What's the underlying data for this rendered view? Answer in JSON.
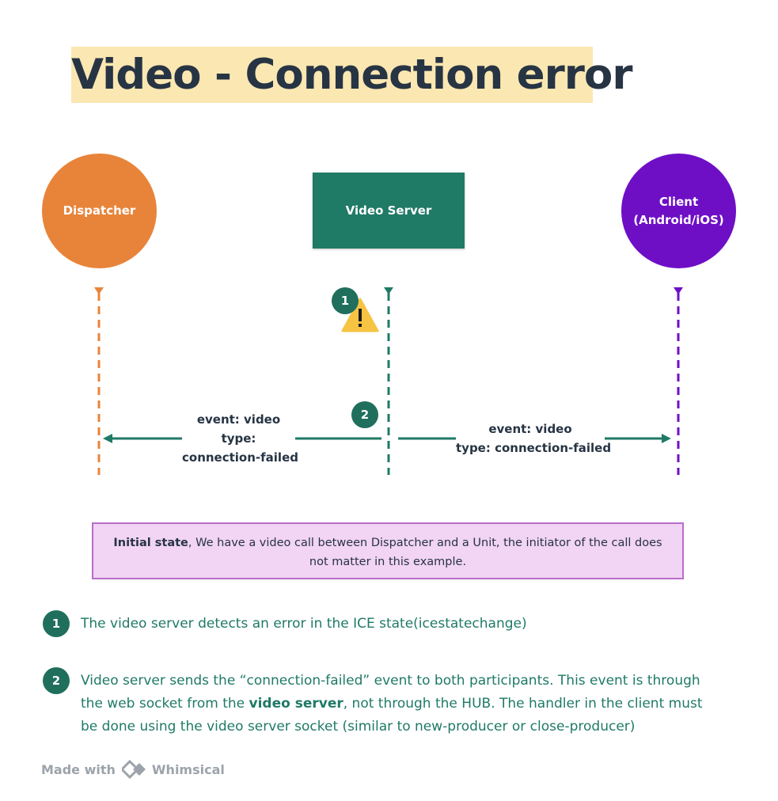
{
  "title": "Video - Connection error",
  "actors": {
    "dispatcher": "Dispatcher",
    "server": "Video Server",
    "client_line1": "Client",
    "client_line2": "(Android/iOS)"
  },
  "steps": [
    {
      "number": "1"
    },
    {
      "number": "2"
    }
  ],
  "messages": {
    "left_line1": "event: video",
    "left_line2": "type:",
    "left_line3": "connection-failed",
    "right_line1": "event: video",
    "right_line2": "type: connection-failed"
  },
  "note": {
    "bold": "Initial state",
    "text_line1": ", We have a video call between Dispatcher and a Unit, the initiator of the call does",
    "text_line2": "not matter in this example."
  },
  "legend": [
    {
      "number": "1",
      "text": "The video server detects an error in the ICE state(icestatechange)"
    },
    {
      "number": "2",
      "line1": "Video server sends the “connection-failed” event to both participants. This event is through",
      "line2_pre": "the web socket from the ",
      "line2_bold": "video server",
      "line2_post": ", not through the HUB. The handler in the client must",
      "line3": "be done using the video server socket (similar to new-producer or close-producer)"
    }
  ],
  "footer": {
    "made_with": "Made with",
    "brand": "Whimsical"
  },
  "colors": {
    "dispatcher": "#e8843a",
    "server": "#1f7a66",
    "client": "#6e0fc6",
    "title_highlight": "#fbe7b1",
    "note_bg": "#f2d4f4",
    "note_border": "#b86fc9",
    "warning": "#f6c343"
  },
  "icons": [
    "warning-icon",
    "whimsical-logo-icon"
  ]
}
